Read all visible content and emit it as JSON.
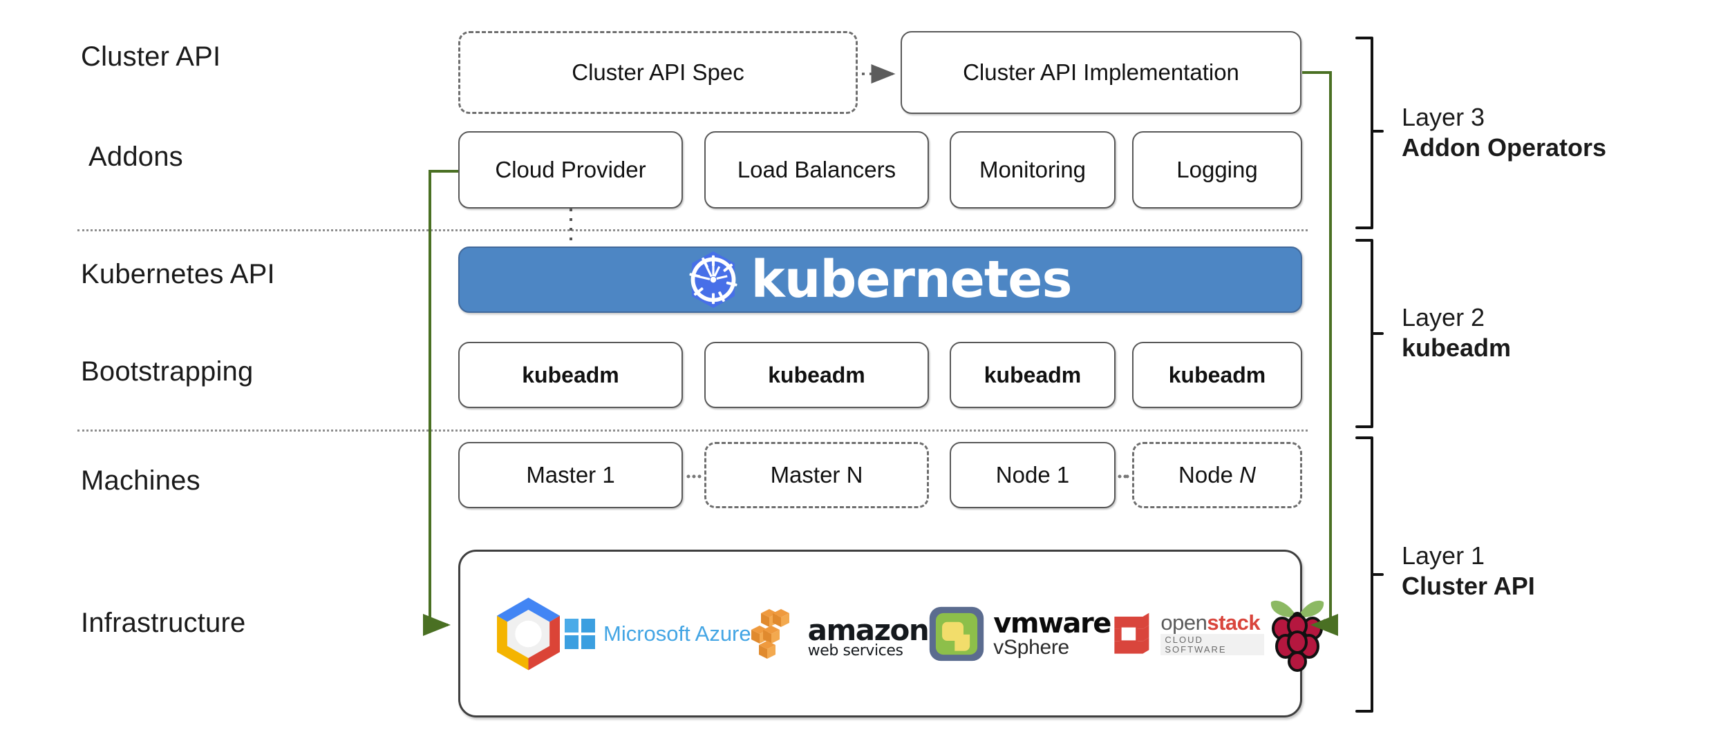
{
  "diagram": {
    "title": "Kubernetes Cluster API layered architecture",
    "accent_green": "#4a7023",
    "accent_blue": "#4d86c4",
    "logo_blue": "#476fe8",
    "row_labels": [
      {
        "key": "cluster-api",
        "text": "Cluster API"
      },
      {
        "key": "addons",
        "text": "Addons"
      },
      {
        "key": "kubernetes-api",
        "text": "Kubernetes API"
      },
      {
        "key": "bootstrapping",
        "text": "Bootstrapping"
      },
      {
        "key": "machines",
        "text": "Machines"
      },
      {
        "key": "infrastructure",
        "text": "Infrastructure"
      }
    ],
    "cluster_api_row": {
      "spec": {
        "label": "Cluster API Spec",
        "style": "dashed"
      },
      "implementation": {
        "label": "Cluster API Implementation",
        "style": "solid"
      },
      "connector": "dotted-arrow"
    },
    "addons_row": [
      {
        "label": "Cloud Provider",
        "style": "solid"
      },
      {
        "label": "Load Balancers",
        "style": "solid"
      },
      {
        "label": "Monitoring",
        "style": "solid"
      },
      {
        "label": "Logging",
        "style": "solid"
      }
    ],
    "kubernetes_banner": {
      "label": "kubernetes",
      "icon": "kubernetes-helm-icon"
    },
    "bootstrapping_row": [
      {
        "label": "kubeadm",
        "style": "solid"
      },
      {
        "label": "kubeadm",
        "style": "solid"
      },
      {
        "label": "kubeadm",
        "style": "solid"
      },
      {
        "label": "kubeadm",
        "style": "solid"
      }
    ],
    "machines_row": [
      {
        "label": "Master 1",
        "style": "solid",
        "italic_suffix": ""
      },
      {
        "label": "Master N",
        "style": "dashed",
        "italic_suffix": ""
      },
      {
        "label": "Node 1",
        "style": "solid",
        "italic_suffix": ""
      },
      {
        "label": "Node ",
        "style": "dashed",
        "italic_suffix": "N"
      }
    ],
    "infrastructure_logos": [
      {
        "name": "google-cloud-platform-logo",
        "text": ""
      },
      {
        "name": "microsoft-azure-logo",
        "text": "Microsoft Azure"
      },
      {
        "name": "amazon-web-services-logo",
        "text_primary": "amazon",
        "text_secondary": "web services"
      },
      {
        "name": "vmware-vsphere-logo",
        "text_primary": "vmware",
        "text_secondary": "vSphere"
      },
      {
        "name": "openstack-logo",
        "text_primary_a": "open",
        "text_primary_b": "stack",
        "text_secondary": "CLOUD SOFTWARE"
      },
      {
        "name": "raspberry-pi-logo",
        "text": ""
      }
    ],
    "layers": [
      {
        "number": "Layer 3",
        "name": "Addon Operators"
      },
      {
        "number": "Layer 2",
        "name": "kubeadm"
      },
      {
        "number": "Layer 1",
        "name": "Cluster API"
      }
    ]
  }
}
